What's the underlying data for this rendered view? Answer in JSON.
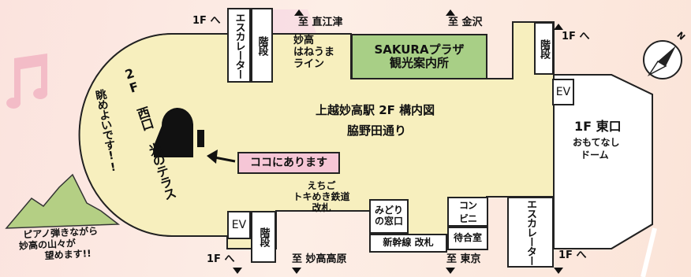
{
  "station": {
    "title": "上越妙高駅 2F 構内図",
    "concourse": "脇野田通り"
  },
  "west_terrace": {
    "name": "2F 西口 光のテラス",
    "comment": "眺めよいです!!"
  },
  "east_exit": {
    "name": "1F 東口",
    "sub1": "おもてなし",
    "sub2": "ドーム"
  },
  "you_are_here": "ココにあります",
  "sakura_plaza": {
    "line1": "SAKURAプラザ",
    "line2": "観光案内所"
  },
  "myoko_line": [
    "妙高",
    "はねうま",
    "ライン"
  ],
  "echigo_gate": [
    "えちご",
    "トキめき鉄道",
    "改札"
  ],
  "midori": [
    "みどり",
    "の窓口"
  ],
  "shinkansen_gate": "新幹線 改札",
  "convenience": "コンビニ",
  "waiting_room": "待合室",
  "escalator": "エスカレーター",
  "stairs": "階段",
  "elevator": "EV",
  "to_1f": "1F へ",
  "directions": {
    "naoetsu": "至 直江津",
    "kanazawa": "至 金沢",
    "myokokogen": "至 妙高高原",
    "tokyo": "至 東京"
  },
  "piano_note": [
    "ピアノ弾きながら",
    "妙高の山々が",
    "望めます!!"
  ],
  "compass_letter": "N",
  "colors": {
    "floor": "#f7efbe",
    "sakura": "#a8cf86",
    "you_are_here": "#f6c6d6",
    "mountain": "#b4cf84",
    "background": "#fbe3de"
  }
}
